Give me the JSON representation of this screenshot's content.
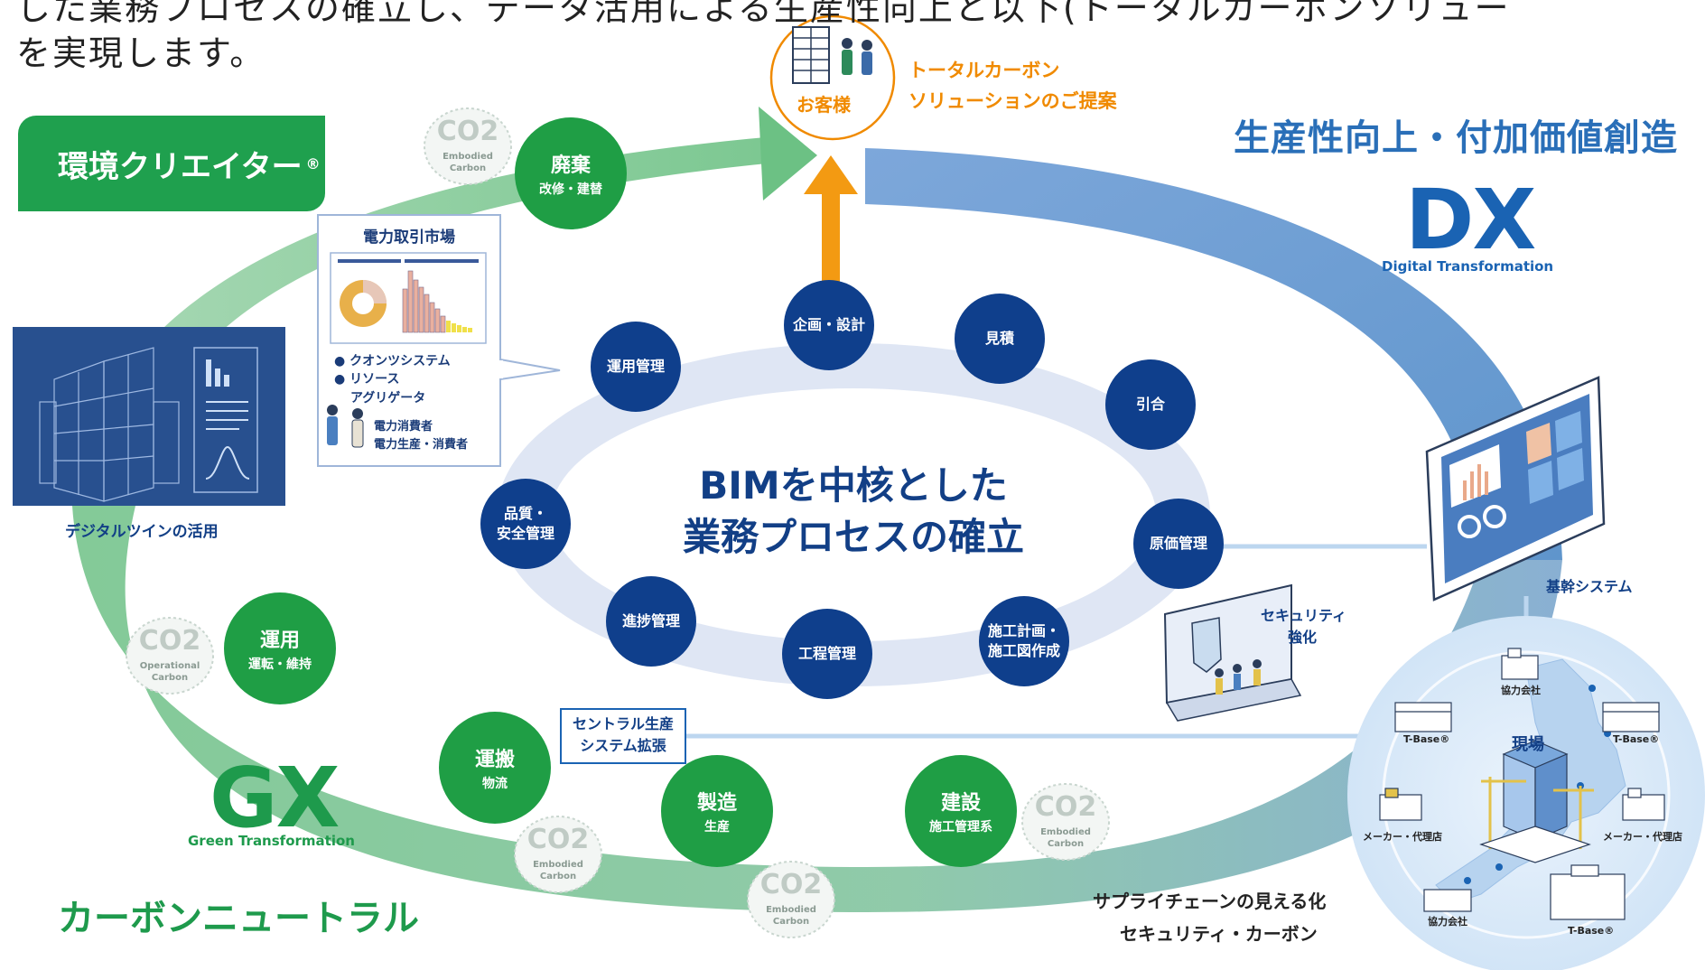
{
  "intro_text": {
    "line1": "した業務プロセスの確立し、データ活用による生産性向上と以下(トータルカーボンソリュー",
    "line2": "を実現します。"
  },
  "brand": {
    "label": "環境クリエイター",
    "mark": "®"
  },
  "customer": {
    "label": "お客様",
    "proposal_line1": "トータルカーボン",
    "proposal_line2": "ソリューションのご提案"
  },
  "dx": {
    "heading": "生産性向上・付加価値創造",
    "big": "DX",
    "sub": "Digital Transformation",
    "core_system": "基幹システム",
    "security_line1": "セキュリティ",
    "security_line2": "強化"
  },
  "gx": {
    "big": "GX",
    "sub": "Green Transformation",
    "carbon_neutral": "カーボンニュートラル",
    "digital_twin": "デジタルツインの活用"
  },
  "center": {
    "line1": "BIMを中核とした",
    "line2": "業務プロセスの確立"
  },
  "navy_nodes": [
    {
      "line1": "企画・設計",
      "line2": ""
    },
    {
      "line1": "見積",
      "line2": ""
    },
    {
      "line1": "引合",
      "line2": ""
    },
    {
      "line1": "原価管理",
      "line2": ""
    },
    {
      "line1": "施工計画・",
      "line2": "施工図作成"
    },
    {
      "line1": "工程管理",
      "line2": ""
    },
    {
      "line1": "進捗管理",
      "line2": ""
    },
    {
      "line1": "品質・",
      "line2": "安全管理"
    },
    {
      "line1": "運用管理",
      "line2": ""
    }
  ],
  "green_nodes": [
    {
      "main": "廃棄",
      "sub": "改修・建替"
    },
    {
      "main": "運用",
      "sub": "運転・維持"
    },
    {
      "main": "運搬",
      "sub": "物流"
    },
    {
      "main": "製造",
      "sub": "生産"
    },
    {
      "main": "建設",
      "sub": "施工管理系"
    }
  ],
  "co2_clouds": [
    {
      "main": "CO2",
      "sub1": "Embodied",
      "sub2": "Carbon"
    },
    {
      "main": "CO2",
      "sub1": "Operational",
      "sub2": "Carbon"
    },
    {
      "main": "CO2",
      "sub1": "Embodied",
      "sub2": "Carbon"
    },
    {
      "main": "CO2",
      "sub1": "Embodied",
      "sub2": "Carbon"
    },
    {
      "main": "CO2",
      "sub1": "Embodied",
      "sub2": "Carbon"
    }
  ],
  "market_panel": {
    "title": "電力取引市場",
    "bullets": [
      "クオンツシステム",
      "リソース",
      "アグリゲータ"
    ],
    "people_line1": "電力消費者",
    "people_line2": "電力生産・消費者"
  },
  "central_production": {
    "line1": "セントラル生産",
    "line2": "システム拡張"
  },
  "supply_chain": {
    "line1": "サプライチェーンの見える化",
    "line2": "セキュリティ・カーボン",
    "site": "現場",
    "partner_top": "協力会社",
    "partner_bottom": "協力会社",
    "tbase_left": "T-Base®",
    "tbase_right": "T-Base®",
    "tbase_bottom": "T-Base®",
    "maker_left": "メーカー・代理店",
    "maker_right": "メーカー・代理店"
  },
  "colors": {
    "navy": "#0f3f8c",
    "green": "#1f9e45",
    "dx_blue": "#1a63b3",
    "orange": "#f08a00",
    "loop_light": "#dfe6f4"
  }
}
